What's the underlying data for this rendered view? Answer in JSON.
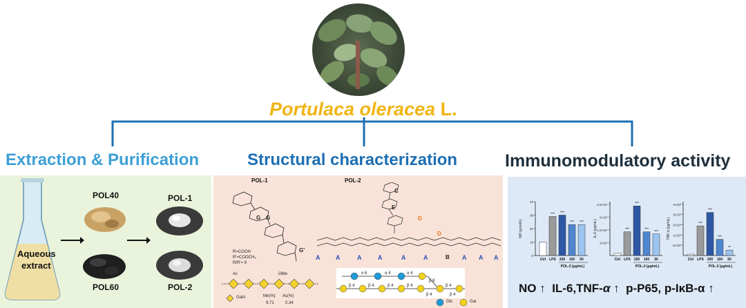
{
  "title": {
    "species": "Portulaca oleracea",
    "suffix": "L."
  },
  "sections": {
    "extraction": "Extraction & Purification",
    "structure": "Structural characterization",
    "immuno": "Immunomodulatory activity"
  },
  "extraction": {
    "flask_label_1": "Aqueous",
    "flask_label_2": "extract",
    "pol40": "POL40",
    "pol60": "POL60",
    "pol1": "POL-1",
    "pol2": "POL-2"
  },
  "structure": {
    "pol1_label": "POL-1",
    "pol2_label": "POL-2",
    "r_defs": [
      "R=COOH",
      "R'=COOCH₃",
      "R/R'= 9"
    ],
    "g_labels": [
      "G",
      "G",
      "G'"
    ],
    "pol2_letters": [
      "C",
      "E",
      "D",
      "D",
      "B"
    ],
    "a_labels": [
      "A",
      "A",
      "A",
      "A",
      "A",
      "A",
      "A",
      "A",
      "A"
    ],
    "ac_label": "Ac",
    "ome_label": "OMe",
    "gala_label": "GalA",
    "me_header": "Me(%)",
    "ac_header": "Ac(%)",
    "me_value": "9.71",
    "ac_value": "0.34",
    "glc_label": "Glc",
    "gal_label": "Gal",
    "linkages_top": [
      "α 6",
      "α 4",
      "α 4",
      "β 6"
    ],
    "linkages_bottom": [
      "β 4",
      "β 4",
      "β 4",
      "β 4",
      "β 4",
      "β 4",
      "β 4"
    ]
  },
  "chart_data": [
    {
      "type": "bar",
      "ylabel": "NO (μmol/L)",
      "xlabel": "POL-2 (μg/mL)",
      "categories": [
        "Ctrl",
        "LPS",
        "200",
        "100",
        "50"
      ],
      "values": [
        10,
        29,
        30,
        23,
        23
      ],
      "ylim": [
        0,
        40
      ],
      "yticks": [
        "0",
        "10",
        "20",
        "30",
        "40"
      ],
      "sig": [
        "",
        "***",
        "***",
        "***",
        "***"
      ]
    },
    {
      "type": "bar",
      "ylabel": "IL-6 (pg/mL)",
      "xlabel": "POL-2 (μg/mL)",
      "categories": [
        "Ctrl",
        "LPS",
        "200",
        "100",
        "50"
      ],
      "values": [
        0.1,
        1.1,
        2.3,
        1.1,
        1.0
      ],
      "ylim": [
        0,
        2.5
      ],
      "yticks": [
        "1×10⁴",
        "1.5×10⁴",
        "2×10⁴",
        "2.5×10⁴"
      ],
      "sig": [
        "",
        "***",
        "***",
        "***",
        "***"
      ]
    },
    {
      "type": "bar",
      "ylabel": "TNF-α (pg/mL)",
      "xlabel": "POL-2 (μg/mL)",
      "categories": [
        "Ctrl",
        "LPS",
        "200",
        "100",
        "50"
      ],
      "values": [
        0.1,
        2.2,
        3.2,
        1.2,
        0.4
      ],
      "ylim": [
        0,
        4
      ],
      "yticks": [
        "5×10²",
        "1×10³",
        "2×10³",
        "3×10³",
        "4×10³"
      ],
      "sig": [
        "",
        "***",
        "***",
        "***",
        "**"
      ]
    }
  ],
  "results": {
    "no": "NO",
    "cyto": "IL-6,TNF-",
    "alpha": "α",
    "p65": "p-P65, p-IκB-α",
    "up": "↑"
  },
  "colors": {
    "title": "#f0b414",
    "tree": "#1d6fb3",
    "left_panel": "#eaf4dc",
    "mid_panel": "#f9e3d8",
    "right_panel": "#dde9f6",
    "bars": [
      "#ffffff",
      "#9a9a9a",
      "#2e58a6",
      "#4f86d0",
      "#9cc4ee"
    ]
  }
}
